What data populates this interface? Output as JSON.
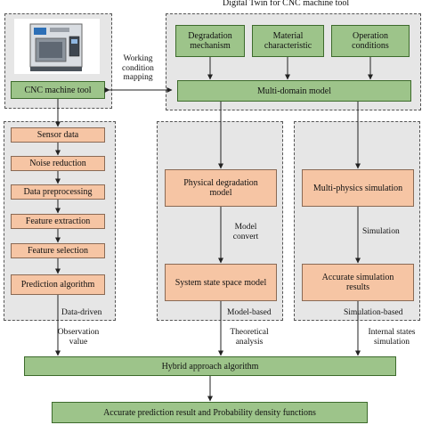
{
  "title": "Digital Twin for CNC machine tool",
  "machine_image": "cnc-machine-photo",
  "cnc_machine_tool": "CNC machine tool",
  "working_condition_mapping": [
    "Working",
    "condition",
    "mapping"
  ],
  "digital_twin": {
    "degradation_mechanism": [
      "Degradation",
      "mechanism"
    ],
    "material_characteristic": [
      "Material",
      "characteristic"
    ],
    "operation_conditions": [
      "Operation",
      "conditions"
    ],
    "multi_domain_model": "Multi-domain model"
  },
  "data_driven": {
    "steps": [
      "Sensor data",
      "Noise reduction",
      "Data preprocessing",
      "Feature extraction",
      "Feature selection",
      "Prediction algorithm"
    ],
    "label": "Data-driven"
  },
  "model_based": {
    "physical_degradation_model": [
      "Physical degradation",
      "model"
    ],
    "model_convert": [
      "Model",
      "convert"
    ],
    "system_state_space_model": "System state space model",
    "label": "Model-based"
  },
  "simulation_based": {
    "multi_physics_simulation": "Multi-physics simulation",
    "simulation": "Simulation",
    "accurate_simulation_results": [
      "Accurate simulation",
      "results"
    ],
    "label": "Simulation-based"
  },
  "connectors": {
    "observation_value": [
      "Observation",
      "value"
    ],
    "theoretical_analysis": [
      "Theoretical",
      "analysis"
    ],
    "internal_states_simulation": [
      "Internal states",
      "simulation"
    ]
  },
  "hybrid_approach_algorithm": "Hybrid approach algorithm",
  "final_result": "Accurate prediction result and Probability density functions"
}
